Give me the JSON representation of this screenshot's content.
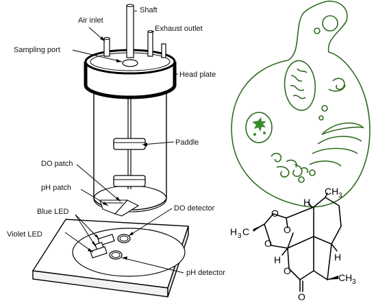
{
  "bioreactor": {
    "labels": {
      "shaft": "Shaft",
      "air_inlet": "Air inlet",
      "exhaust_outlet": "Exhaust outlet",
      "sampling_port": "Sampling port",
      "head_plate": "Head plate",
      "paddle": "Paddle",
      "do_patch": "DO patch",
      "ph_patch": "pH patch",
      "blue_led": "Blue LED",
      "do_detector": "DO detector",
      "violet_led": "Violet LED",
      "ph_detector": "pH detector"
    }
  },
  "molecule": {
    "atoms": {
      "h_top": "H",
      "ch3_top": "CH",
      "ch3_top_sub": "3",
      "h3c_left": "H",
      "h3c_left_sub": "3",
      "h3c_left_c": "C",
      "o1": "O",
      "o2": "O",
      "o3": "O",
      "o4": "O",
      "h_mid": "H",
      "h_right": "H",
      "ch3_bottom": "CH",
      "ch3_bottom_sub": "3",
      "o_carbonyl": "O"
    }
  },
  "colors": {
    "parasite_outline": "#2d6a1f",
    "line": "#000000"
  }
}
